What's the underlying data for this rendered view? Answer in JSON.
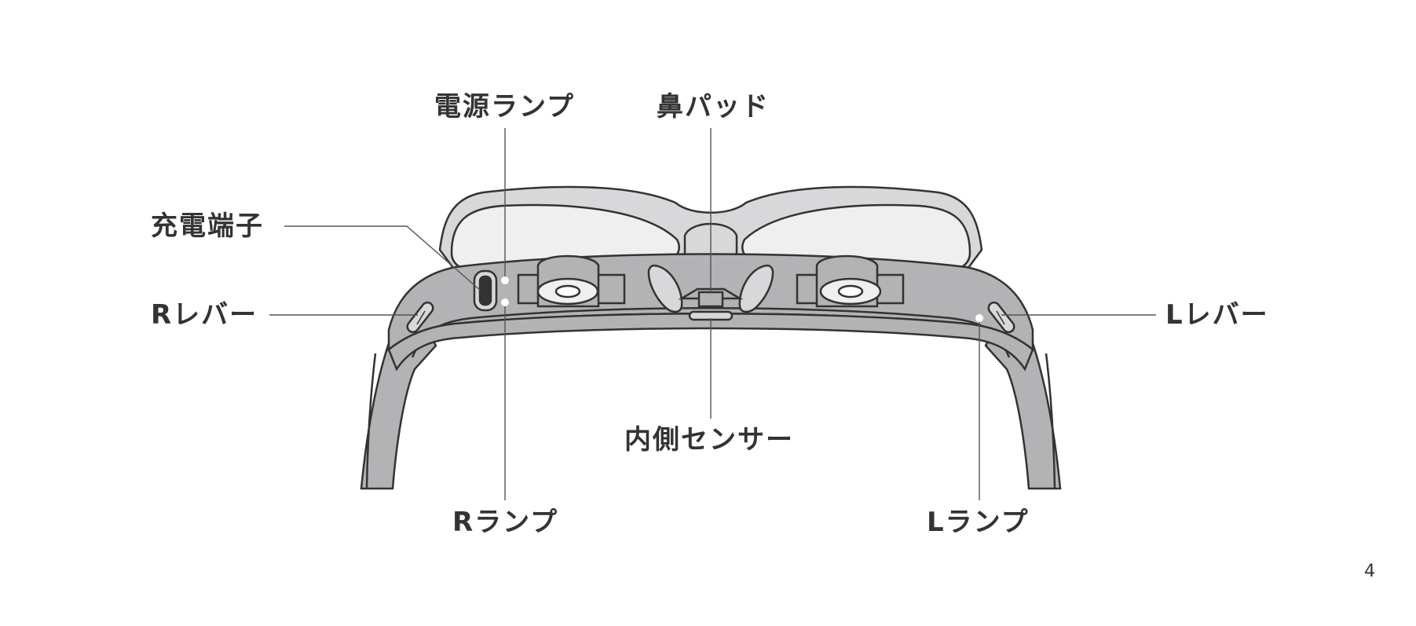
{
  "labels": {
    "power_lamp": "電源ランプ",
    "nose_pad": "鼻パッド",
    "charging_port": "充電端子",
    "r_lever": "Rレバー",
    "l_lever": "Lレバー",
    "inner_sensor": "内側センサー",
    "r_lamp": "Rランプ",
    "l_lamp": "Lランプ"
  },
  "page_number": "4",
  "colors": {
    "outline": "#333333",
    "frame_light": "#d8d8da",
    "lens": "#efefef",
    "body": "#b3b3b5",
    "body_dark": "#a6a6a8",
    "leader": "#555555",
    "background": "#ffffff"
  }
}
